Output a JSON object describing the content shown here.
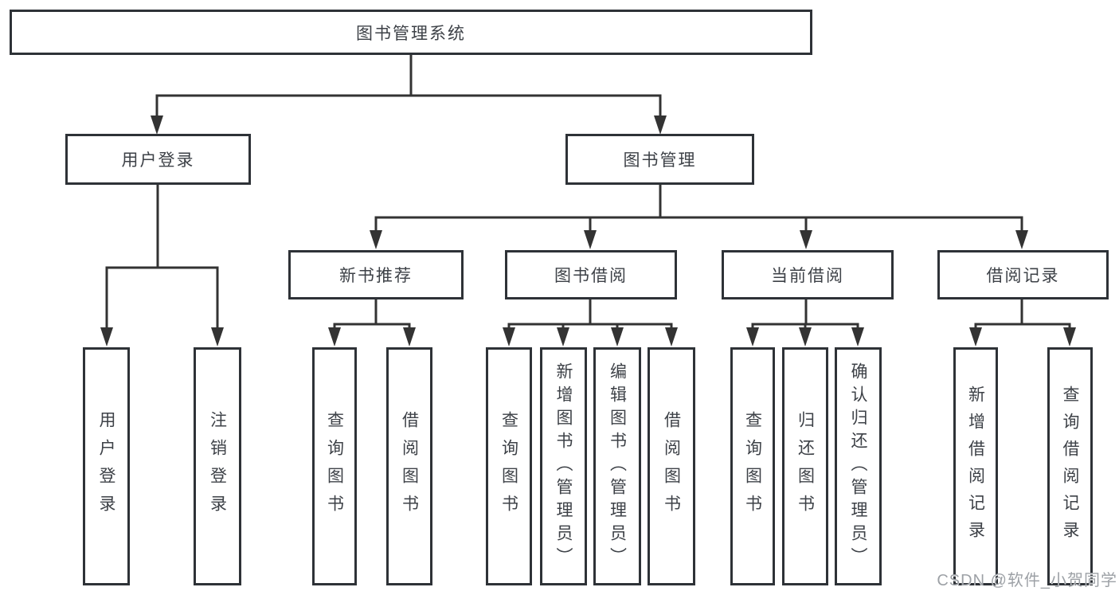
{
  "diagram": {
    "type": "hierarchy-tree",
    "title": "图书管理系统"
  },
  "tree": {
    "root": {
      "label": "图书管理系统"
    },
    "branches": [
      {
        "label": "用户登录",
        "children": [
          "用户登录",
          "注销登录"
        ]
      },
      {
        "label": "图书管理",
        "children": [
          {
            "label": "新书推荐",
            "children": [
              "查询图书",
              "借阅图书"
            ]
          },
          {
            "label": "图书借阅",
            "children": [
              "查询图书",
              "新增图书（管理员）",
              "编辑图书（管理员）",
              "借阅图书"
            ]
          },
          {
            "label": "当前借阅",
            "children": [
              "查询图书",
              "归还图书",
              "确认归还（管理员）"
            ]
          },
          {
            "label": "借阅记录",
            "children": [
              "新增借阅记录",
              "查询借阅记录"
            ]
          }
        ]
      }
    ]
  },
  "watermark": "CSDN @软件_小贺同学",
  "colors": {
    "line": "#333333",
    "box_border": "#2e3237",
    "text": "#3d4147",
    "watermark": "#9da1a6",
    "background": "#ffffff"
  }
}
